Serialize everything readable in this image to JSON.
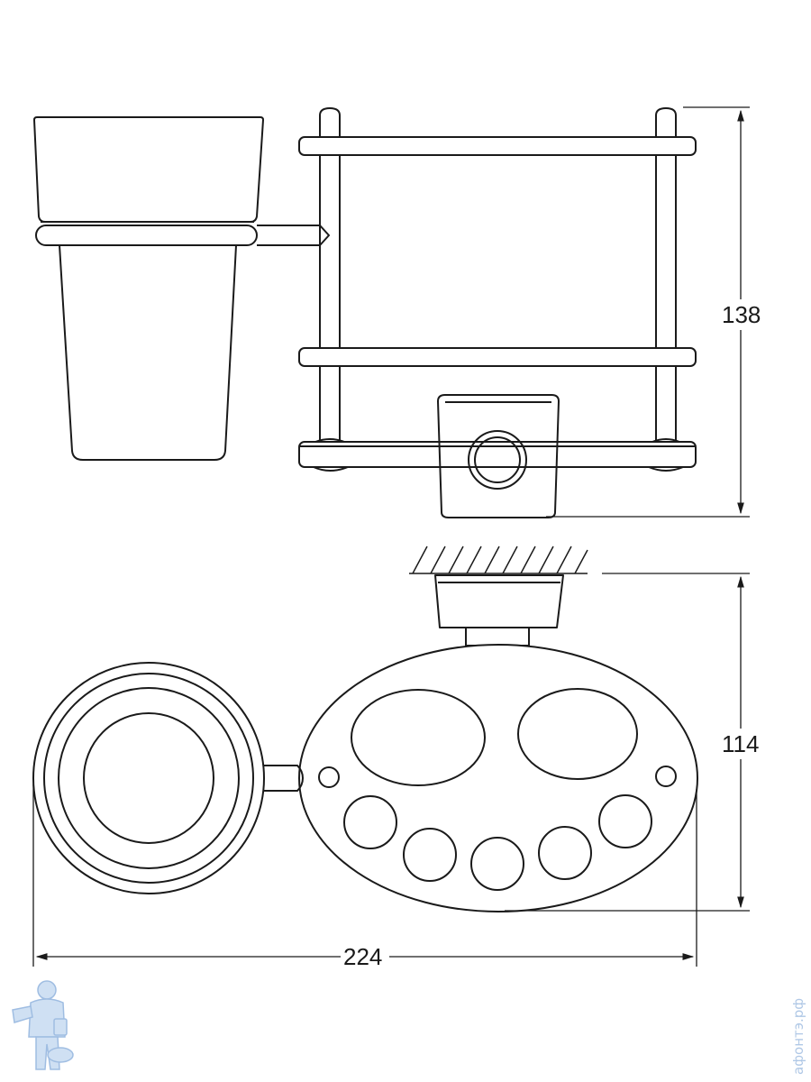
{
  "dimensions": {
    "height_top": "138",
    "height_bottom": "114",
    "width_bottom": "224"
  },
  "watermark": {
    "site_text": "афонтэ.рф"
  },
  "colors": {
    "line": "#1a1a1a",
    "fill_glass": "#ffffff",
    "watermark": "#b0c8e6"
  }
}
